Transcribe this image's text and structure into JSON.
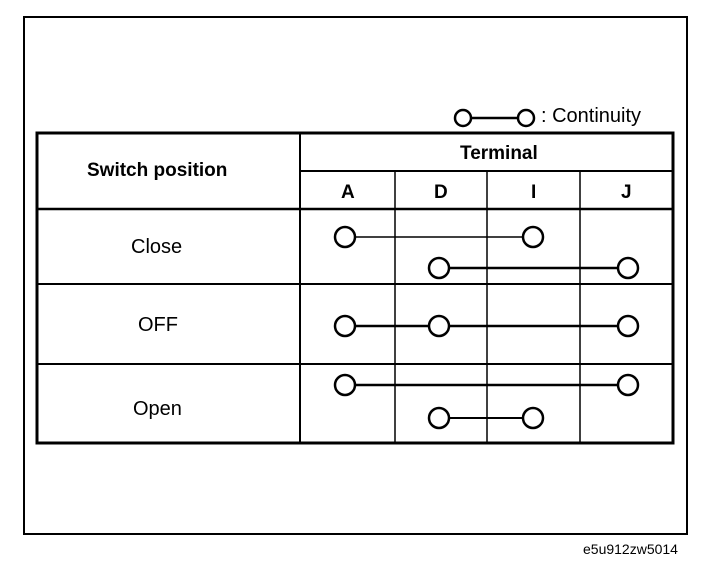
{
  "legend": {
    "text": ": Continuity"
  },
  "table": {
    "row_header": "Switch position",
    "col_header": "Terminal",
    "terminals": [
      "A",
      "D",
      "I",
      "J"
    ],
    "rows": [
      {
        "label": "Close",
        "connections": [
          [
            "A",
            "I"
          ],
          [
            "D",
            "J"
          ]
        ]
      },
      {
        "label": "OFF",
        "connections": [
          [
            "A",
            "D",
            "J"
          ]
        ]
      },
      {
        "label": "Open",
        "connections": [
          [
            "A",
            "J"
          ],
          [
            "D",
            "I"
          ]
        ]
      }
    ]
  },
  "caption": "e5u912zw5014",
  "colors": {
    "line": "#000000",
    "background": "#ffffff"
  }
}
